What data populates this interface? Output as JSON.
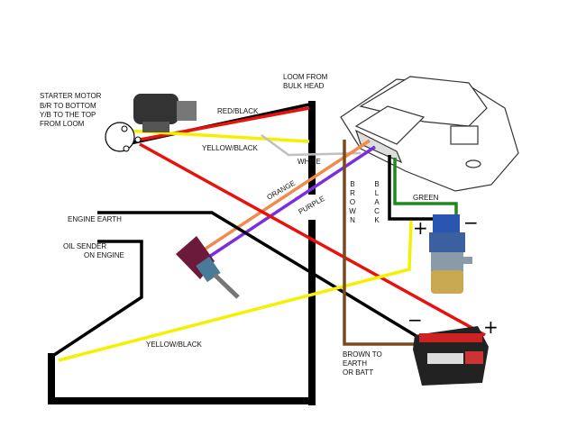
{
  "labels": {
    "starter": [
      "STARTER MOTOR",
      "B/R TO BOTTOM",
      "Y/B TO THE TOP",
      "FROM LOOM"
    ],
    "loom": [
      "LOOM FROM",
      "BULK HEAD"
    ],
    "red_black": "RED/BLACK",
    "yellow_black_top": "YELLOW/BLACK",
    "white": "WHITE",
    "orange": "ORANGE",
    "purple": "PURPLE",
    "brown": "BROWN",
    "black": "BLACK",
    "green": "GREEN",
    "engine_earth": "ENGINE EARTH",
    "oil_sender": [
      "OIL SENDER",
      "ON ENGINE"
    ],
    "yellow_black_bottom": "YELLOW/BLACK",
    "brown_to_earth": [
      "BROWN TO",
      "EARTH",
      "OR BATT"
    ],
    "coil_plus": "+",
    "coil_minus": "−",
    "batt_minus": "−",
    "batt_plus": "+"
  },
  "colors": {
    "red": "#e8120c",
    "black": "#000000",
    "yellow": "#f5f000",
    "white_wire": "#c0c0c0",
    "orange": "#f28a4a",
    "purple": "#7a2ee0",
    "brown": "#7a4a1e",
    "green": "#1d8a1d"
  }
}
